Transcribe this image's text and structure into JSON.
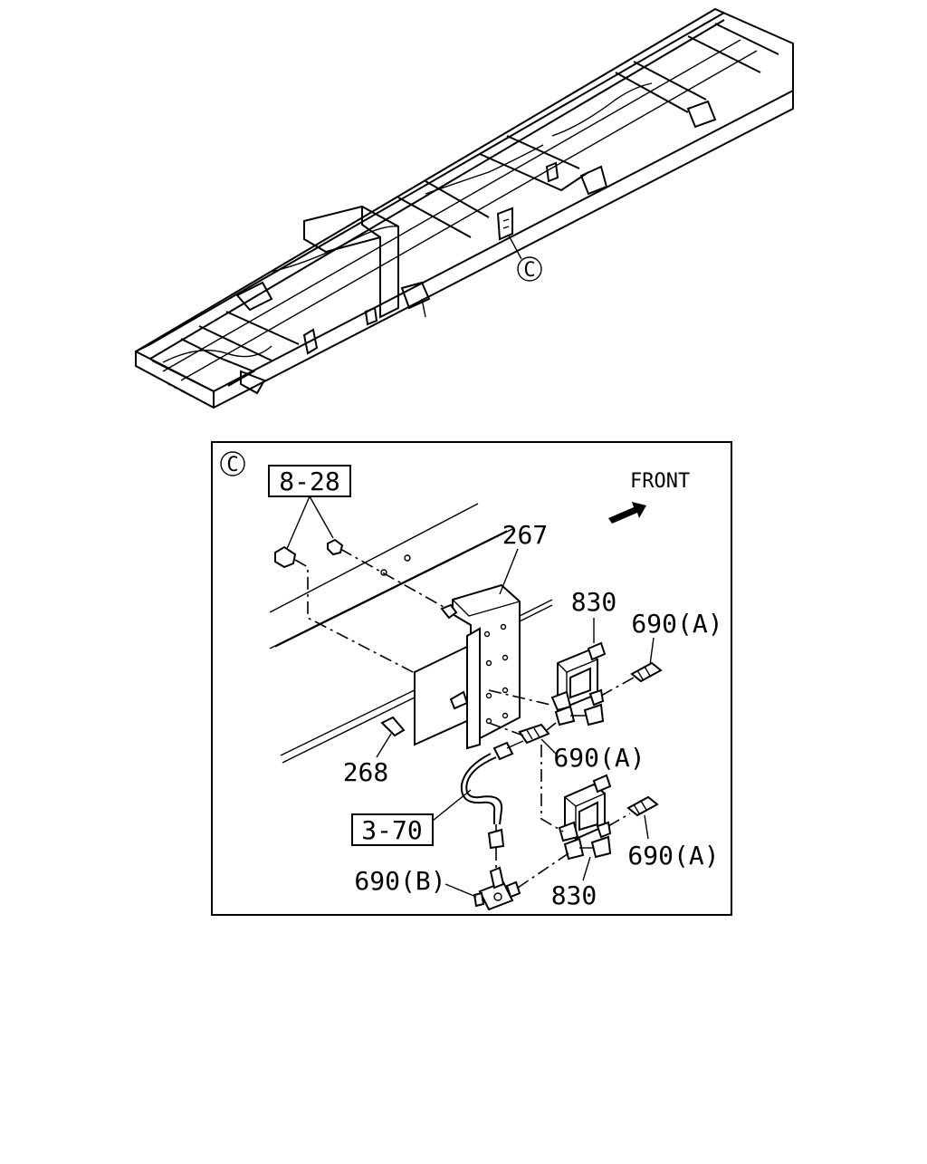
{
  "overview": {
    "detail_callout": "C"
  },
  "detail": {
    "panel_tag": "C",
    "front_label": "FRONT",
    "ref_box_1": "8-28",
    "ref_box_2": "3-70",
    "labels": {
      "bracket": "267",
      "bolt": "268",
      "valve_upper": "830",
      "valve_lower": "830",
      "fitting_a_upper": "690(A)",
      "fitting_a_middle": "690(A)",
      "fitting_a_lower": "690(A)",
      "fitting_b": "690(B)"
    }
  }
}
